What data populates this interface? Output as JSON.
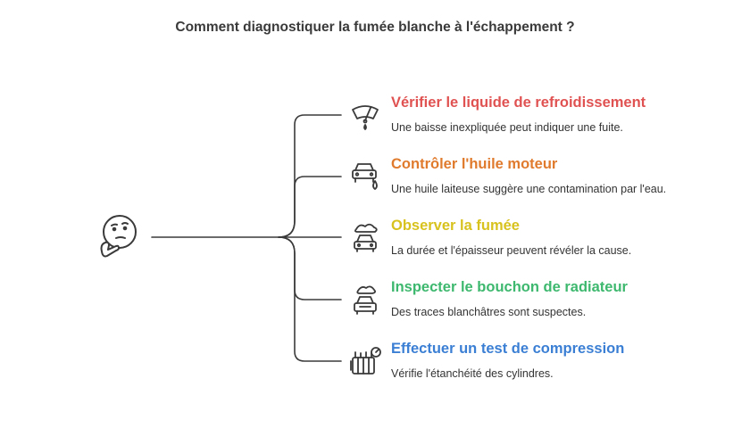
{
  "title": "Comment diagnostiquer la fumée blanche à l'échappement ?",
  "central_icon": "thinking-face-icon",
  "items": [
    {
      "title": "Vérifier le liquide de refroidissement",
      "description": "Une baisse inexpliquée peut indiquer une fuite.",
      "color": "#e05252",
      "icon": "windshield-wiper-icon"
    },
    {
      "title": "Contrôler l'huile moteur",
      "description": "Une huile laiteuse suggère une contamination par l'eau.",
      "color": "#e07b2e",
      "icon": "car-oil-drop-icon"
    },
    {
      "title": "Observer la fumée",
      "description": "La durée et l'épaisseur peuvent révéler la cause.",
      "color": "#d8c21e",
      "icon": "car-smoke-icon"
    },
    {
      "title": "Inspecter le bouchon de radiateur",
      "description": "Des traces blanchâtres sont suspectes.",
      "color": "#3db86e",
      "icon": "car-radiator-icon"
    },
    {
      "title": "Effectuer un test de compression",
      "description": "Vérifie l'étanchéité des cylindres.",
      "color": "#3b7fd4",
      "icon": "engine-gauge-icon"
    }
  ]
}
